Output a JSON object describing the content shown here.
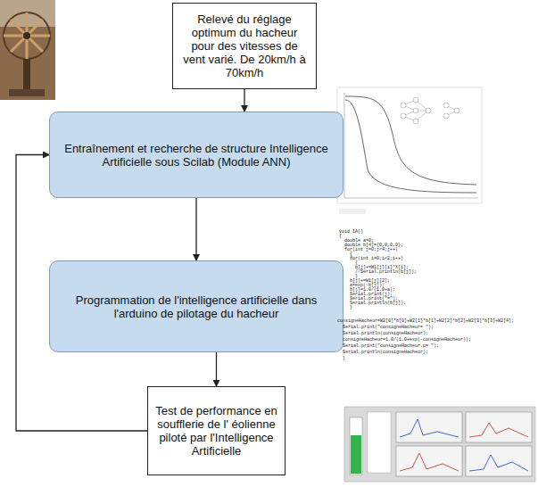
{
  "diagram": {
    "nodes": [
      {
        "text": [
          "Relevé du réglage optimum du hacheur pour des vitesses de vent varié. De 20km/h à 70km/h"
        ]
      },
      {
        "text": [
          "Entraînement et recherche de structure Intelligence Artificielle sous Scilab (Module ANN)"
        ]
      },
      {
        "text": [
          "Programmation de l'intelligence artificielle dans l'arduino de pilotage du hacheur"
        ]
      },
      {
        "text": [
          "Test de performance en soufflerie de l' éolienne piloté par l'Intelligence Artificielle"
        ]
      }
    ],
    "edges": [
      {
        "from": 0,
        "to": 1,
        "arrow": "to"
      },
      {
        "from": 1,
        "to": 2,
        "arrow": "to"
      },
      {
        "from": 2,
        "to": 3,
        "arrow": "to"
      },
      {
        "from": 3,
        "to": 1,
        "arrow": "to"
      }
    ],
    "labels": [
      "void IA()",
      "{",
      "double a=0;",
      "double b[4]={0,0,0,0};",
      "for(int j=0;j<4;j++)",
      "{",
      "for(int i=0;i<2;i++)",
      "{",
      "b[j]+=W1[j][i]*X[i];",
      "//Serial.println(b[j]);",
      "}",
      "b[j]+=W1[j][2];",
      "a=exp(-b[j]);",
      "b[j]=1.0/(1.0+a);",
      "Serial.print(j);",
      "Serial.print(\"=\");",
      "Serial.println(b[j]);",
      "}",
      "consigneHacheur=W2[0]*b[0]+W2[1]*b[1]+W2[2]*b[2]+W2[3]*b[3]+W2[4];",
      "Serial.print(\"consigneHacheur= \");",
      "Serial.println(consigneHacheur);",
      "consigneHacheur=1.0/(1.0+exp(-consigneHacheur));",
      "Serial.print(\"consigneHacheur.p= \");",
      "Serial.println(consigneHacheur);",
      "}"
    ]
  }
}
